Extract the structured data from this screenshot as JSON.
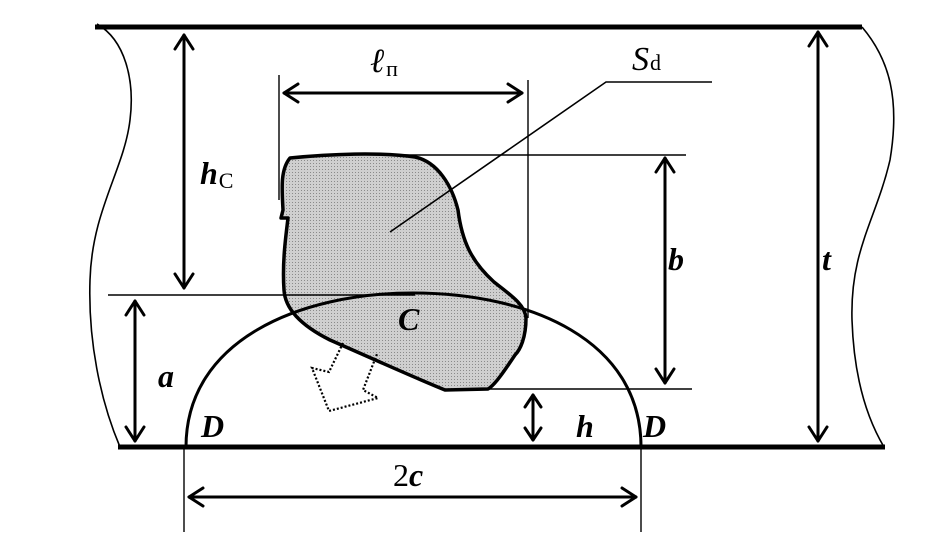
{
  "labels": {
    "l_n": {
      "main": "ℓ",
      "sub": "п"
    },
    "S_d": {
      "main": "S",
      "sub": "d"
    },
    "h_C": {
      "main": "h",
      "sub": "C"
    },
    "b": "b",
    "t": "t",
    "C": "C",
    "a": "a",
    "D_left": "D",
    "D_right": "D",
    "h": "h",
    "two_c": {
      "prefix": "2",
      "var": "c"
    }
  },
  "colors": {
    "line": "#000000",
    "defect_fill": "#c4c4c4",
    "background": "#ffffff"
  }
}
